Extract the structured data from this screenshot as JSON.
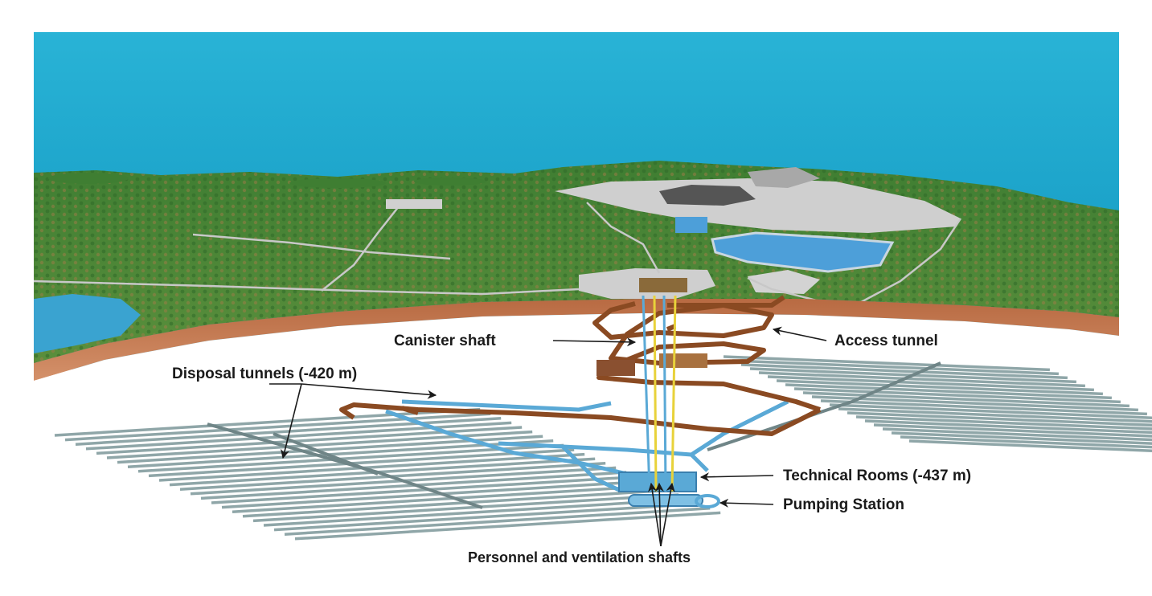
{
  "labels": {
    "canister_shaft": "Canister shaft",
    "access_tunnel": "Access tunnel",
    "disposal_tunnels": "Disposal tunnels (-420 m)",
    "technical_rooms": "Technical Rooms (-437 m)",
    "pumping_station": "Pumping Station",
    "personnel_shafts": "Personnel and ventilation shafts"
  },
  "colors": {
    "sea": "#1aa3c8",
    "forest": "#4e8a3a",
    "soil": "#c67a4e",
    "tunnel_brown": "#8a4a22",
    "tunnel_blue": "#5aa9d6",
    "disposal_grey": "#8fa6a8",
    "shaft_yellow": "#e8d23a"
  }
}
